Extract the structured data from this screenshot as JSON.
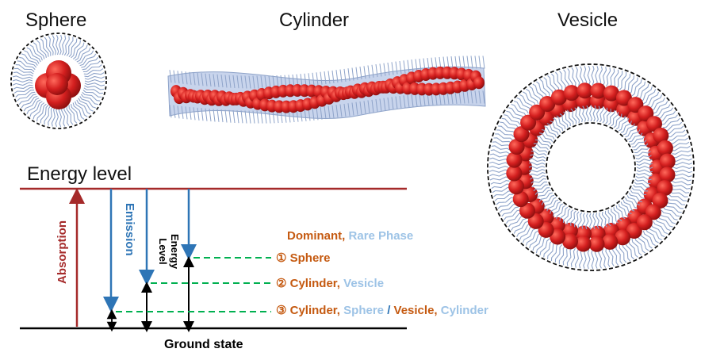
{
  "titles": {
    "sphere": "Sphere",
    "cylinder": "Cylinder",
    "vesicle": "Vesicle"
  },
  "diagram": {
    "heading": "Energy level",
    "absorption": "Absorption",
    "emission": "Emission",
    "energy_level_line1": "Energy",
    "energy_level_line2": "Level",
    "ground_state": "Ground state"
  },
  "legend": {
    "header_dominant": "Dominant,",
    "header_rare": "Rare Phase",
    "row1_num": "①",
    "row1_a": "Sphere",
    "row2_num": "②",
    "row2_a": "Cylinder,",
    "row2_b": "Vesicle",
    "row3_num": "③",
    "row3_a": "Cylinder,",
    "row3_b": "Sphere",
    "row3_sep": "/",
    "row3_c": "Vesicle,",
    "row3_d": "Cylinder"
  },
  "colors": {
    "dominant": "#c55a11",
    "rare": "#9dc3e6",
    "absorption": "#a52a2a",
    "emission": "#2e75b6",
    "dashed": "#00b050",
    "lipid": "#8ea3c9",
    "core": "#cc2222"
  }
}
